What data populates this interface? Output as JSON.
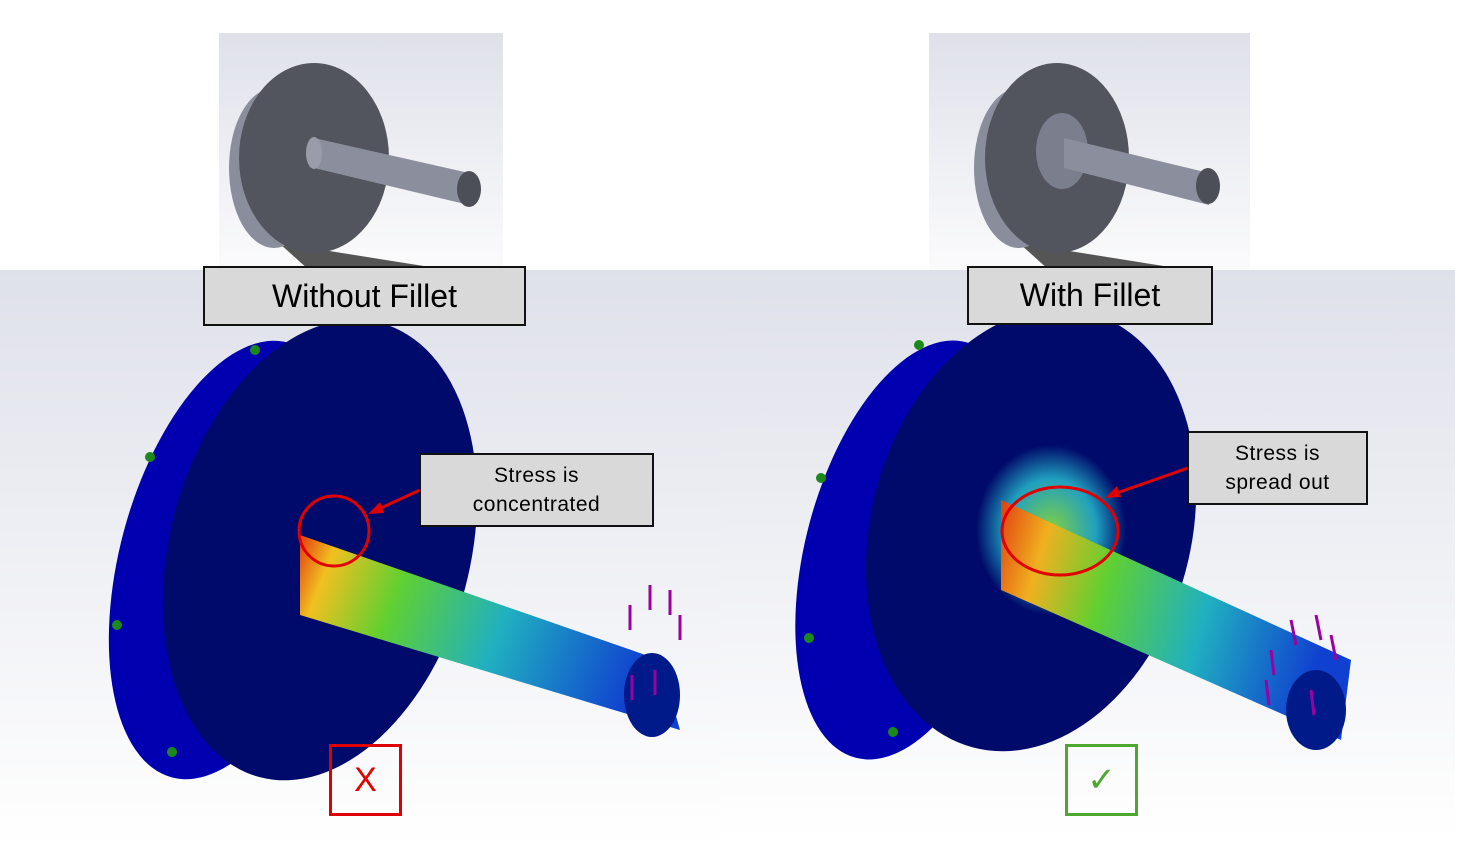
{
  "left_panel": {
    "title": "Without Fillet",
    "callout_line1": "Stress is",
    "callout_line2": "concentrated",
    "verdict": "X",
    "verdict_color": "#e00000"
  },
  "right_panel": {
    "title": "With Fillet",
    "callout_line1": "Stress is",
    "callout_line2": "spread out",
    "verdict": "✓",
    "verdict_color": "#4ea72e"
  },
  "colors": {
    "highlight": "#e00000",
    "disc": "#0a0aa8",
    "disc_face": "#000a60",
    "load_arrow": "#9b00a0",
    "fixture": "#1a8a1a"
  }
}
